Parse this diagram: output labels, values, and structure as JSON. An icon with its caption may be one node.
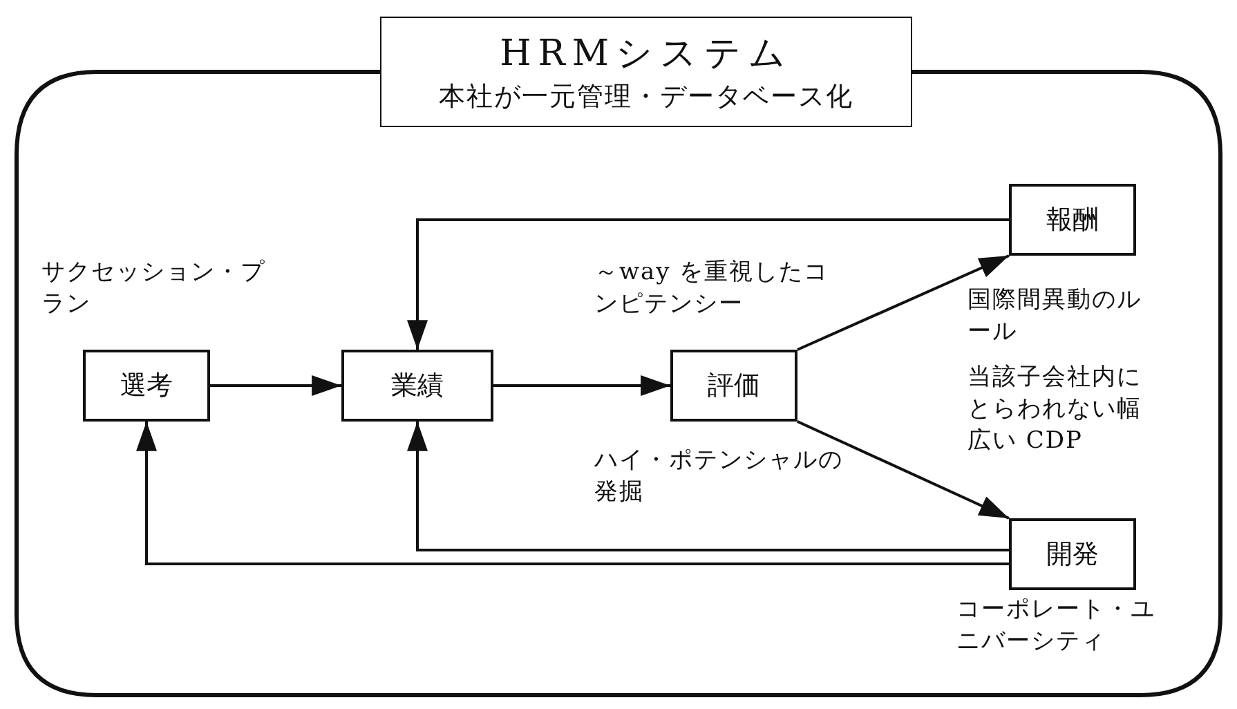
{
  "diagram": {
    "nodes": [
      {
        "text": [
          "HRMシステム",
          "本社が一元管理・データベース化"
        ]
      },
      {
        "text": [
          "選考"
        ],
        "in": 0,
        "beside": [
          "サクセッション・プラン"
        ]
      },
      {
        "text": [
          "業績"
        ],
        "in": 0
      },
      {
        "text": [
          "評価"
        ],
        "in": 0,
        "beside": [
          "～way を重視したコンピテンシー",
          "ハイ・ポテンシャルの発掘"
        ]
      },
      {
        "text": [
          "報酬"
        ],
        "in": 0,
        "beside": [
          "国際間異動のルール"
        ]
      },
      {
        "text": [
          "開発"
        ],
        "in": 0,
        "beside": [
          "当該子会社内にとらわれない幅広い CDP",
          "コーポレート・ユニバーシティ"
        ]
      }
    ],
    "edges": [
      {
        "from": 1,
        "to": 2,
        "arrow": "to"
      },
      {
        "from": 2,
        "to": 3,
        "arrow": "to"
      },
      {
        "from": 3,
        "to": 4,
        "arrow": "to"
      },
      {
        "from": 3,
        "to": 5,
        "arrow": "to"
      },
      {
        "from": 4,
        "to": 2,
        "arrow": "to"
      },
      {
        "from": 5,
        "to": 2,
        "arrow": "to"
      },
      {
        "from": 5,
        "to": 1,
        "arrow": "to"
      }
    ]
  }
}
